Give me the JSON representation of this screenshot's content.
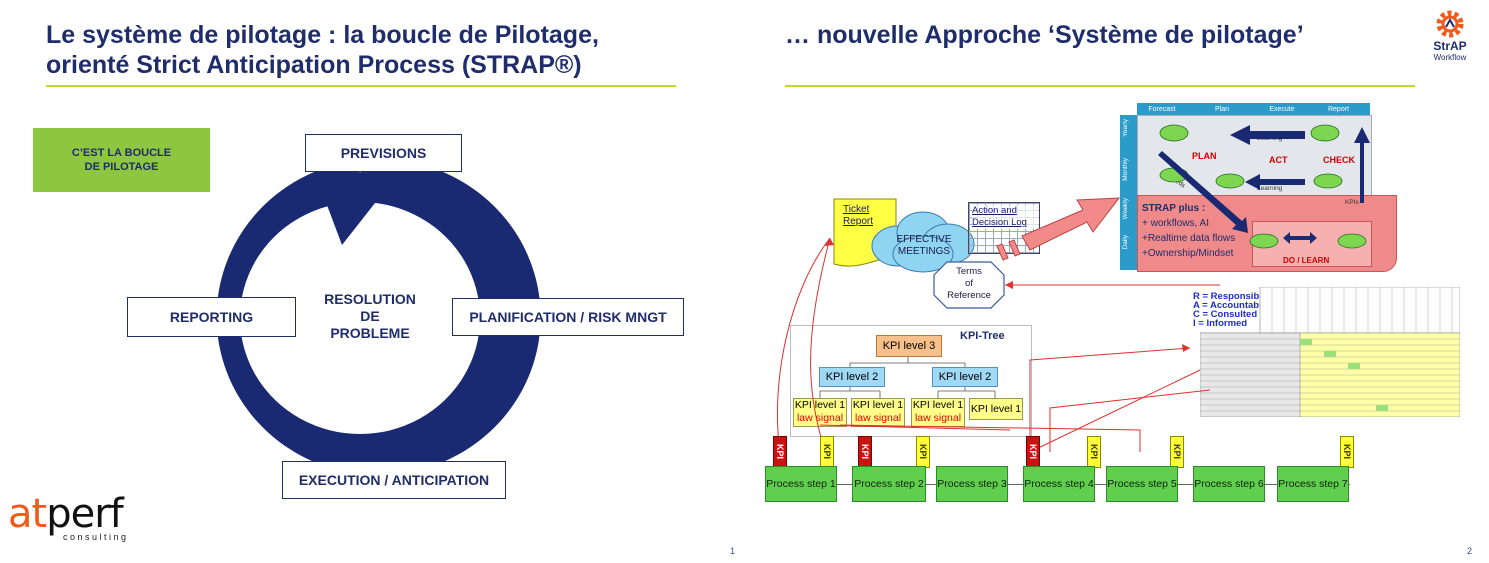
{
  "left": {
    "title_line1": "Le système de pilotage : la boucle de Pilotage,",
    "title_line2": "orienté Strict Anticipation Process (STRAP®)",
    "note": "C’EST LA BOUCLE DE PILOTAGE",
    "loop": {
      "top": "PREVISIONS",
      "right": "PLANIFICATION / RISK MNGT",
      "bottom": "EXECUTION / ANTICIPATION",
      "left": "REPORTING",
      "center_l1": "RESOLUTION",
      "center_l2": "DE",
      "center_l3": "PROBLEME"
    },
    "logo_main": "atperf",
    "logo_sub": "consulting",
    "page": "1"
  },
  "right": {
    "title": "… nouvelle Approche ‘Système de pilotage’",
    "logo_main": "StrAP",
    "logo_sub": "Workflow",
    "page": "2",
    "ticket_report": "Ticket Report",
    "effective_meetings_l1": "EFFECTIVE",
    "effective_meetings_l2": "MEETINGS",
    "action_log": "Action and Decision Log",
    "terms_l1": "Terms",
    "terms_l2": "of",
    "terms_l3": "Reference",
    "grid": {
      "cols": [
        "Forecast",
        "Plan",
        "Execute",
        "Report"
      ],
      "rows": [
        "Yearly",
        "Monthly",
        "Weekly",
        "Daily"
      ],
      "plan": "PLAN",
      "act": "ACT",
      "check": "CHECK",
      "do_learn": "DO / LEARN",
      "learning1": "Learning",
      "learning2": "Learning",
      "feeds": "Feeds",
      "kpis": "KPIs",
      "strap_title": "STRAP plus :",
      "strap_l1": "+ workflows, AI",
      "strap_l2": "+Realtime data flows",
      "strap_l3": "+Ownership/Mindset"
    },
    "raci": {
      "r": "R = Responsible",
      "a": "A = Accountable",
      "c": "C = Consulted",
      "i": "I = Informed"
    },
    "kpi_tree": {
      "title": "KPI-Tree",
      "level3": "KPI level 3",
      "level2": "KPI level 2",
      "level1": "KPI level 1",
      "law_signal": "law signal"
    },
    "flag_kpi": "KPI",
    "process_steps": [
      "Process step 1",
      "Process step 2",
      "Process step 3",
      "Process step 4",
      "Process step 5",
      "Process step 6",
      "Process step 7"
    ],
    "colors": {
      "navy": "#1f2d6b",
      "lime": "#c3d82e",
      "green_note": "#8dc63f",
      "kpi_blue": "#9fd9f6",
      "kpi_yellow": "#ffff8a",
      "process_green": "#5fcf4d",
      "strap_pink": "#f08a8a",
      "header_blue": "#2b9bc9"
    }
  }
}
